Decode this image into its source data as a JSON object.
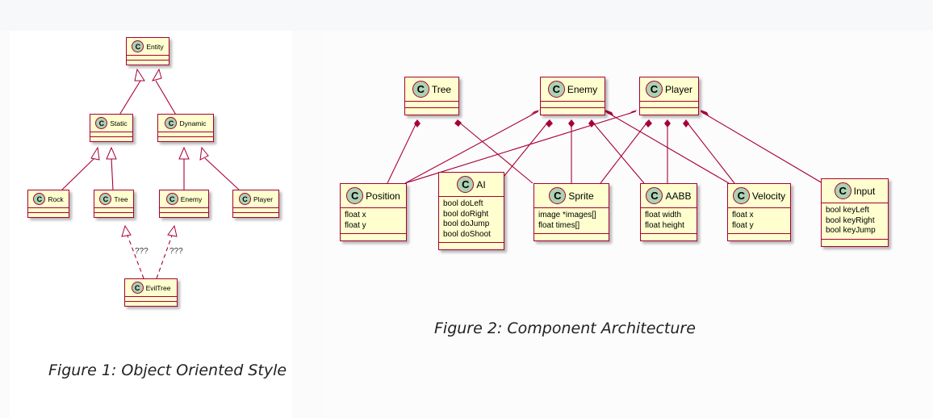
{
  "figure1": {
    "caption": "Figure 1: Object Oriented Style",
    "classes": {
      "entity": "Entity",
      "static": "Static",
      "dynamic": "Dynamic",
      "rock": "Rock",
      "tree": "Tree",
      "enemy": "Enemy",
      "player": "Player",
      "eviltree": "EvilTree"
    },
    "spot_letter": "C",
    "relations": [
      {
        "from": "Static",
        "to": "Entity",
        "type": "inheritance"
      },
      {
        "from": "Dynamic",
        "to": "Entity",
        "type": "inheritance"
      },
      {
        "from": "Rock",
        "to": "Static",
        "type": "inheritance"
      },
      {
        "from": "Tree",
        "to": "Static",
        "type": "inheritance"
      },
      {
        "from": "Enemy",
        "to": "Dynamic",
        "type": "inheritance"
      },
      {
        "from": "Player",
        "to": "Dynamic",
        "type": "inheritance"
      },
      {
        "from": "EvilTree",
        "to": "Tree",
        "type": "realization",
        "label": "???"
      },
      {
        "from": "EvilTree",
        "to": "Enemy",
        "type": "realization",
        "label": "???"
      }
    ],
    "edge_labels": [
      "???",
      "???"
    ]
  },
  "figure2": {
    "caption": "Figure 2: Component Architecture",
    "spot_letter": "C",
    "entities": [
      "Tree",
      "Enemy",
      "Player"
    ],
    "components": [
      {
        "name": "Position",
        "attrs": [
          "float x",
          "float y"
        ]
      },
      {
        "name": "AI",
        "attrs": [
          "bool doLeft",
          "bool doRight",
          "bool doJump",
          "bool doShoot"
        ]
      },
      {
        "name": "Sprite",
        "attrs": [
          "image *images[]",
          "float times[]"
        ]
      },
      {
        "name": "AABB",
        "attrs": [
          "float width",
          "float height"
        ]
      },
      {
        "name": "Velocity",
        "attrs": [
          "float x",
          "float y"
        ]
      },
      {
        "name": "Input",
        "attrs": [
          "bool keyLeft",
          "bool keyRight",
          "bool keyJump"
        ]
      }
    ],
    "relations": [
      {
        "from": "Tree",
        "to": "Position",
        "type": "composition"
      },
      {
        "from": "Tree",
        "to": "Sprite",
        "type": "composition"
      },
      {
        "from": "Enemy",
        "to": "Position",
        "type": "composition"
      },
      {
        "from": "Enemy",
        "to": "AI",
        "type": "composition"
      },
      {
        "from": "Enemy",
        "to": "Sprite",
        "type": "composition"
      },
      {
        "from": "Enemy",
        "to": "AABB",
        "type": "composition"
      },
      {
        "from": "Enemy",
        "to": "Velocity",
        "type": "composition"
      },
      {
        "from": "Player",
        "to": "Position",
        "type": "composition"
      },
      {
        "from": "Player",
        "to": "Sprite",
        "type": "composition"
      },
      {
        "from": "Player",
        "to": "AABB",
        "type": "composition"
      },
      {
        "from": "Player",
        "to": "Velocity",
        "type": "composition"
      },
      {
        "from": "Player",
        "to": "Input",
        "type": "composition"
      }
    ]
  },
  "colors": {
    "border": "#a80036",
    "fill": "#fefece",
    "spot": "#add1b2"
  }
}
